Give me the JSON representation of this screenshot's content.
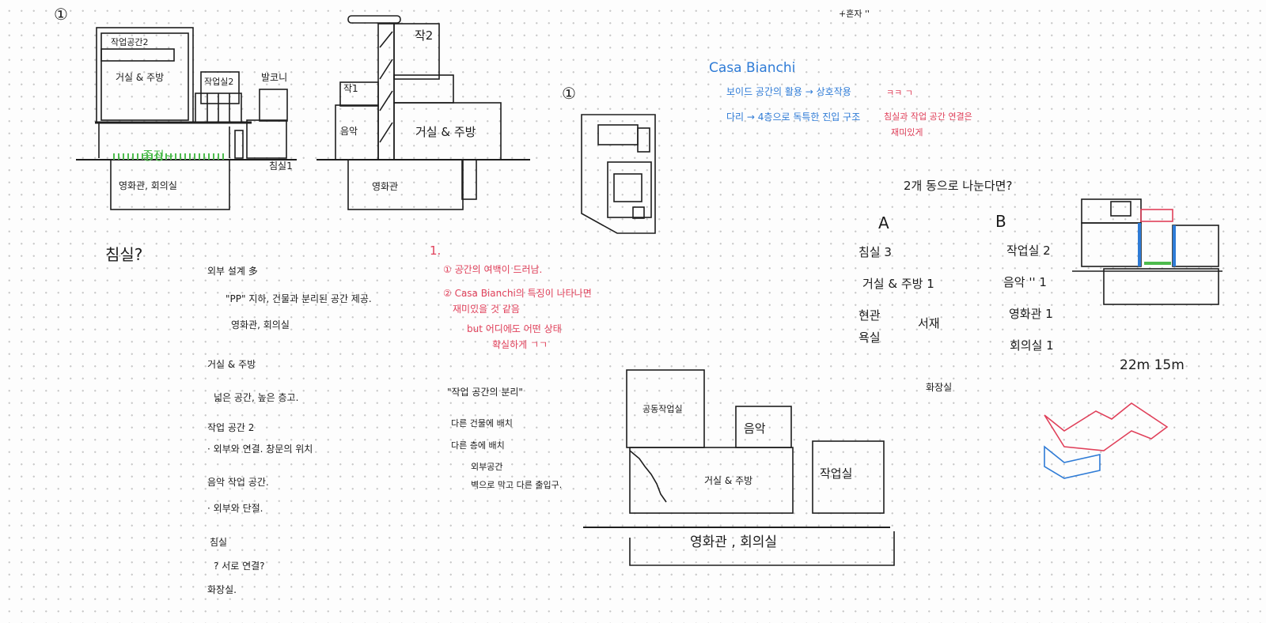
{
  "colors": {
    "ink": "#1e1e1e",
    "blue": "#2e7bd6",
    "red": "#e0405a",
    "green": "#4dbb4d",
    "dots": "#c9c9c9"
  },
  "markers": {
    "one_a": "①",
    "one_b": "①"
  },
  "sketch1": {
    "workspace2": "작업공간2",
    "living": "거실 & 주방",
    "studio2": "작업실2",
    "balcony": "발코니",
    "courtyard": "중정~",
    "bedroom1": "침실1",
    "basement": "영화관, 회의실"
  },
  "sketch2": {
    "work2": "작2",
    "work1": "작1",
    "music": "음악",
    "living": "거실 & 주방",
    "basement": "영화관"
  },
  "top_note": "+혼자 ''",
  "casa": {
    "title": "Casa Bianchi",
    "line1": "보이드 공간의 활용 → 상호작용",
    "line1_note": "ㅋㅋ ㄱ",
    "line2": "다리 → 4층으로 독특한 진입 구조",
    "line2_note": "침실과 작업 공간 연결은",
    "line2_note2": "재미있게"
  },
  "split": {
    "question": "2개 동으로 나눈다면?",
    "a_label": "A",
    "b_label": "B",
    "a_items": [
      "침실  3",
      "거실 & 주방  1",
      "현관",
      "욕실",
      "서재"
    ],
    "b_items": [
      "작업실  2",
      "음악 ''  1",
      "영화관  1",
      "회의실  1"
    ],
    "dimensions": "22m  15m",
    "toilet": "화장실"
  },
  "bedroom_q": "침실?",
  "notes": [
    "외부 설계 多",
    "\"PP\" 지하, 건물과 분리된 공간 제공.",
    "영화관, 회의실",
    "거실 & 주방",
    "넓은 공간, 높은 층고.",
    "작업 공간 2",
    "· 외부와 연결. 창문의 위치",
    "음악 작업 공간.",
    "· 외부와 단절.",
    "침실",
    "? 서로 연결?",
    "화장실."
  ],
  "red_notes": {
    "number": "1.",
    "item1": "① 공간의 여백이 드러남.",
    "item2": "② Casa Bianchi의 특징이 나타나면",
    "item2b": "재미있을 것 같음",
    "item2c": "but 어디에도 어떤 상태",
    "item2d": "확실하게 ㄱㄱ"
  },
  "separation": {
    "title": "\"작업 공간의 분리\"",
    "items": [
      "다른 건물에 배치",
      "다른 층에 배치",
      "외부공간",
      "벽으로 막고 다른 출입구."
    ]
  },
  "sketch3": {
    "shared": "공동작업실",
    "music": "음악",
    "living": "거실 & 주방",
    "studio": "작업실",
    "basement": "영화관 , 회의실"
  }
}
